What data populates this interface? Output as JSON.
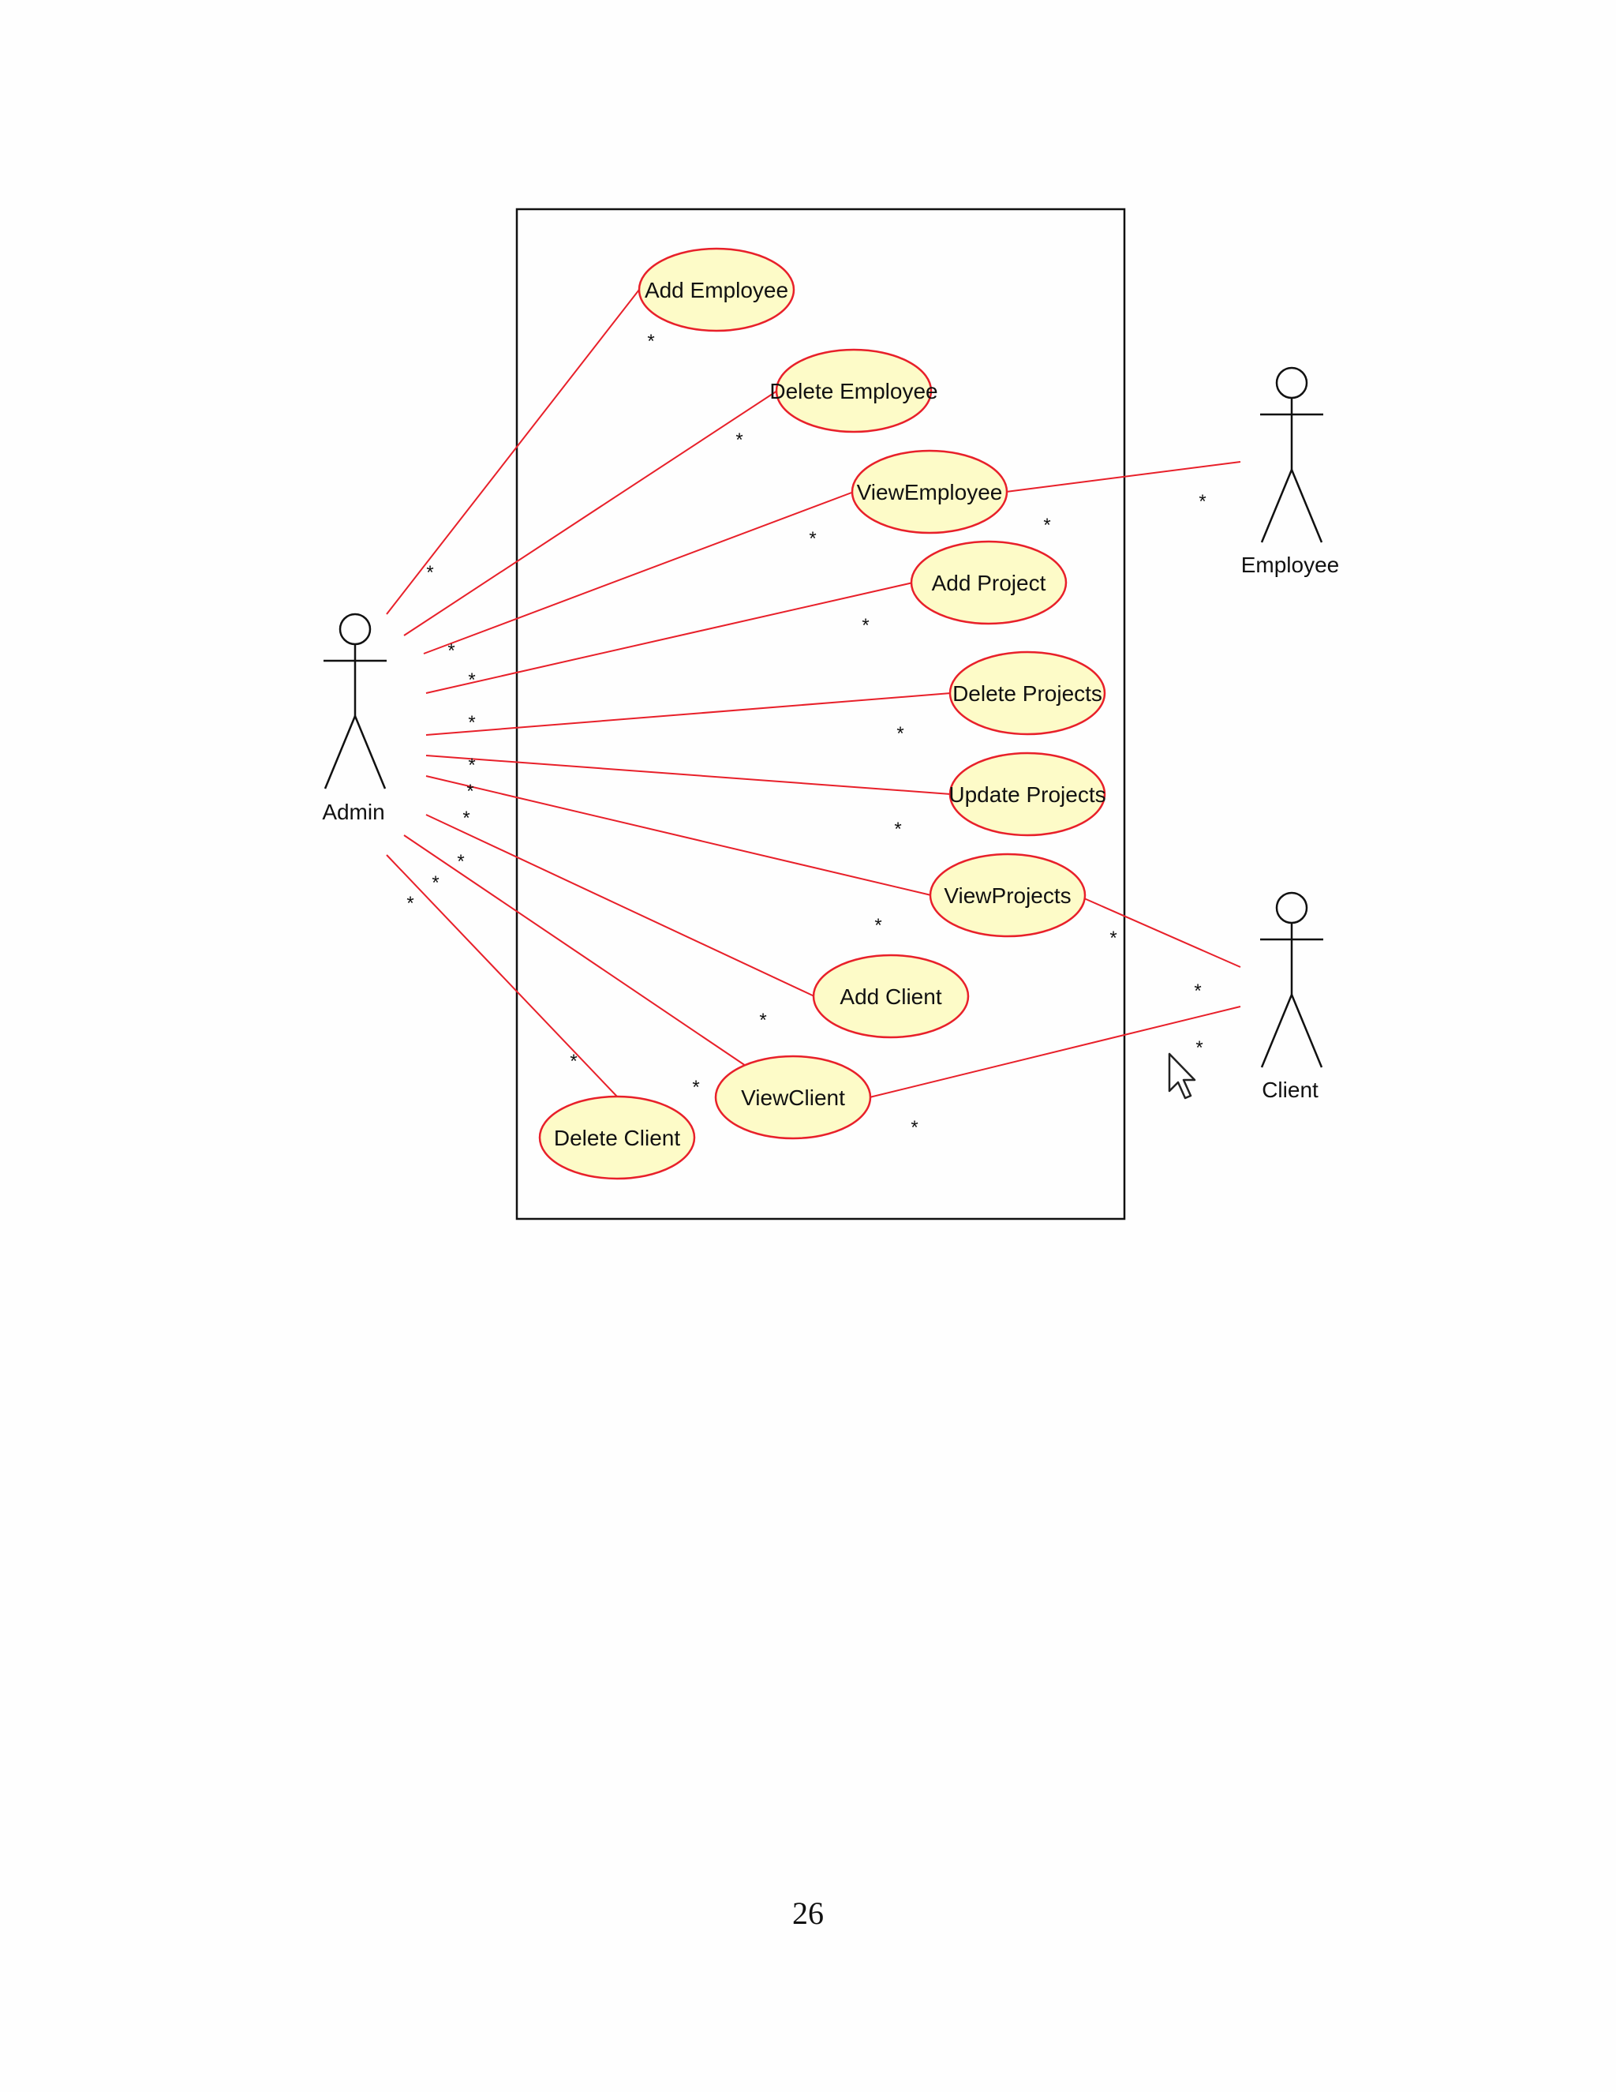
{
  "diagram": {
    "colors": {
      "association": "#e8202a",
      "usecase_fill": "#fdfbc8",
      "usecase_stroke": "#e8202a",
      "outline": "#111111"
    },
    "actors": {
      "admin": "Admin",
      "employee": "Employee",
      "client": "Client"
    },
    "use_cases": {
      "add_employee": "Add Employee",
      "delete_employee": "Delete Employee",
      "view_employee": "ViewEmployee",
      "add_project": "Add Project",
      "delete_projects": "Delete Projects",
      "update_projects": "Update Projects",
      "view_projects": "ViewProjects",
      "add_client": "Add Client",
      "view_client": "ViewClient",
      "delete_client": "Delete Client"
    },
    "multiplicity": "*",
    "cursor_icon": "mouse-pointer-icon"
  },
  "page_number": "26"
}
